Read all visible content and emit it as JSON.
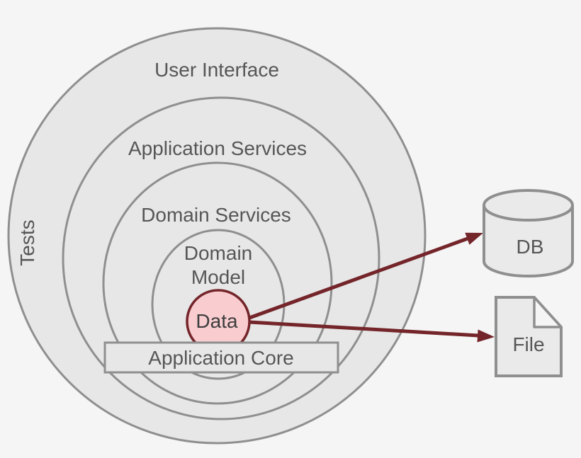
{
  "onion": {
    "layers": [
      {
        "label": "User Interface"
      },
      {
        "label": "Application Services"
      },
      {
        "label": "Domain Services"
      },
      {
        "label": "Domain Model",
        "line1": "Domain",
        "line2": "Model"
      }
    ],
    "data_circle": {
      "label": "Data"
    },
    "application_core": {
      "label": "Application Core"
    },
    "tests": {
      "label": "Tests"
    }
  },
  "externals": {
    "db": {
      "label": "DB",
      "icon": "database-cylinder-icon"
    },
    "file": {
      "label": "File",
      "icon": "document-file-icon"
    }
  },
  "connections": [
    {
      "from": "Data",
      "to": "DB",
      "style": "arrow"
    },
    {
      "from": "Data",
      "to": "File",
      "style": "arrow"
    }
  ],
  "colors": {
    "background": "#f5f5f5",
    "layer_fill": "#e7e7e7",
    "layer_stroke": "#8f8f8f",
    "data_fill": "#f9cdd0",
    "accent_maroon": "#74252a",
    "label_text": "#565656"
  }
}
